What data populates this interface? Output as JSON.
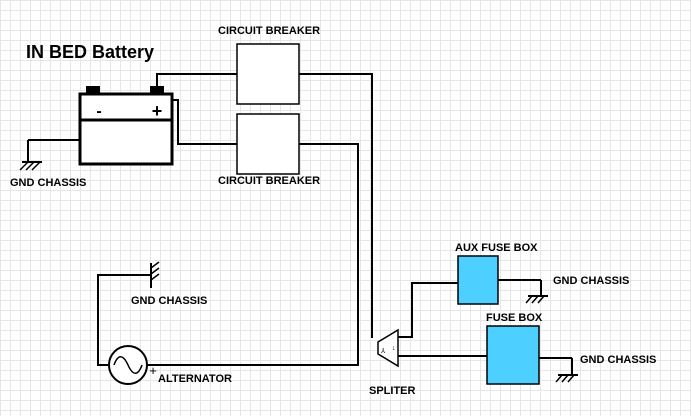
{
  "title": "IN BED Battery",
  "labels": {
    "breaker_top": "CIRCUIT BREAKER",
    "breaker_bottom": "CIRCUIT BREAKER",
    "gnd_battery": "GND CHASSIS",
    "gnd_alternator": "GND CHASSIS",
    "aux_fuse_box": "AUX FUSE BOX",
    "gnd_aux": "GND CHASSIS",
    "fuse_box": "FUSE BOX",
    "gnd_fuse": "GND CHASSIS",
    "alternator": "ALTERNATOR",
    "spliter": "SPLITER"
  },
  "symbols": {
    "battery_minus": "-",
    "battery_plus": "+",
    "alternator_plus": "+"
  },
  "colors": {
    "fuse_box_fill": "#4dcfff",
    "wire": "#000000",
    "grid": "#e6e6e6"
  }
}
